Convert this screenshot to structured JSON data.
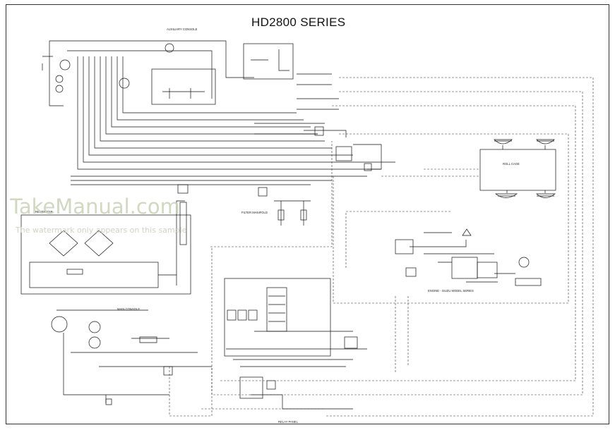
{
  "title": "HD2800 SERIES",
  "labels": {
    "auxiliary_console": "AUXILIARY CONSOLE",
    "reservoir": "RESERVOIR",
    "main_console": "MAIN CONSOLE",
    "filter_manifold": "FILTER MANIFOLD",
    "roll_cage": "ROLL CAGE",
    "engine": "ENGINE - ISUZU MODEL SERIES",
    "relay_panel": "RELAY PANEL"
  },
  "watermark": {
    "brand": "TakeManual.com",
    "note": "The watermark only appears on this sample"
  }
}
